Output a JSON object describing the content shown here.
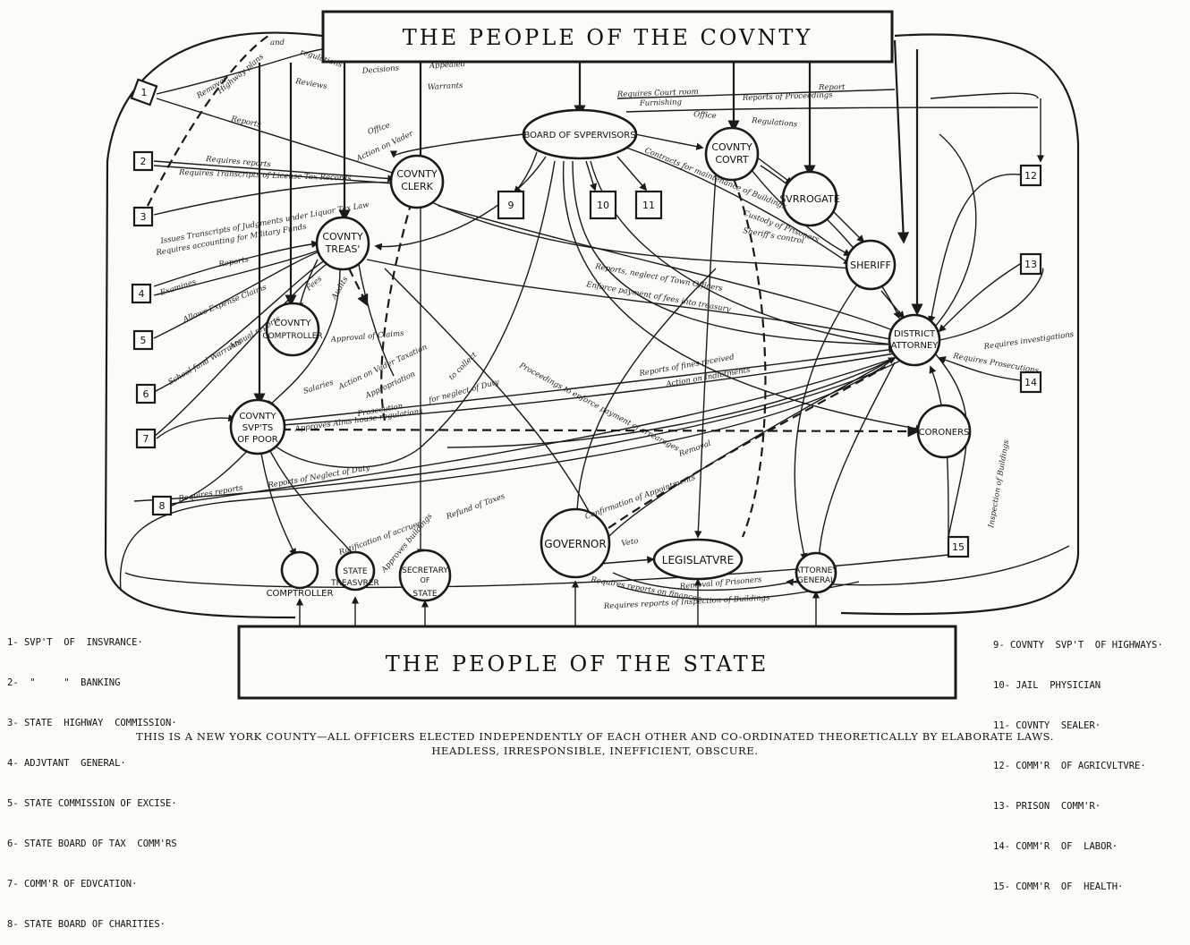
{
  "header": {
    "county_title": "THE PEOPLE OF THE COVNTY",
    "state_title": "THE PEOPLE OF THE STATE"
  },
  "nodes": {
    "board": "BOARD OF SVPERVISORS",
    "clerk": [
      "COVNTY",
      "CLERK"
    ],
    "treas": [
      "COVNTY",
      "TREAS'"
    ],
    "comptroller_county": [
      "COVNTY",
      "COMPTROLLER"
    ],
    "supts_poor": [
      "COVNTY",
      "SVP'TS",
      "OF POOR"
    ],
    "court": [
      "COVNTY",
      "COVRT"
    ],
    "surrogate": "SVRROGATE",
    "sheriff": "SHERIFF",
    "da": [
      "DISTRICT",
      "ATTORNEY"
    ],
    "coroners": "CORONERS",
    "governor": "GOVERNOR",
    "legislature": "LEGISLATVRE",
    "attorney_general": [
      "ATTORNEY",
      "GENERAL"
    ],
    "comptroller_state": "COMPTROLLER",
    "state_treasurer": [
      "STATE",
      "TREASVRER"
    ],
    "secretary_of_state": [
      "SECRETARY",
      "OF",
      "STATE"
    ]
  },
  "numbered_boxes": [
    "1",
    "2",
    "3",
    "4",
    "5",
    "6",
    "7",
    "8",
    "9",
    "10",
    "11",
    "12",
    "13",
    "14",
    "15"
  ],
  "edge_labels": [
    "Removal",
    "Highway plans",
    "and",
    "regulations",
    "Reviews",
    "Decisions",
    "Appealed",
    "Warrants",
    "Reports",
    "Requires reports",
    "Office",
    "Action on Vader",
    "Requires Transcripts of License Tax Records",
    "Issues Transcripts of Judgments under Liquor Tax Law",
    "Requires accounting for Military Funds",
    "Examines",
    "Reports",
    "Allows Expense Claims",
    "School fund Warrants",
    "Annual reports",
    "Fees",
    "Audits",
    "Approval of Claims",
    "Salaries",
    "Action on Vader Taxation",
    "Appropriation",
    "Prosecution",
    "Approves Alms house regulations",
    "for neglect of Duty",
    "to collect",
    "Proceedings to enforce payment of arrearages",
    "Reports, neglect of Town Officers",
    "Enforce payment of fees into treasury",
    "Reports of fines received",
    "Action on Indictments",
    "Requires Court room",
    "Furnishing",
    "Office",
    "Regulations",
    "Reports of Proceedings",
    "Report",
    "Contracts for maintenance of Buildings",
    "Custody of Prisoners",
    "Sheriff's control",
    "Requires investigations",
    "Requires Prosecutions",
    "Reports of Neglect of Duty",
    "Removal",
    "Confirmation of Appointments",
    "Veto",
    "Removal of Prisoners",
    "Requires reports on finances",
    "Requires reports of Inspection of Buildings",
    "Ratification of accrued",
    "Refund of Taxes",
    "Approves buildings",
    "Inspection of Buildings",
    "Requires reports"
  ],
  "legend_left": [
    "1- SVP'T  OF  INSVRANCE·",
    "2-  \"     \"  BANKING",
    "3- STATE  HIGHWAY  COMMISSION·",
    "4- ADJVTANT  GENERAL·",
    "5- STATE COMMISSION OF EXCISE·",
    "6- STATE BOARD OF TAX  COMM'RS",
    "7- COMM'R OF EDVCATION·",
    "8- STATE BOARD OF CHARITIES·"
  ],
  "legend_right": [
    "9- COVNTY  SVP'T  OF HIGHWAYS·",
    "10- JAIL  PHYSICIAN",
    "11- COVNTY  SEALER·",
    "12- COMM'R  OF AGRICVLTVRE·",
    "13- PRISON  COMM'R·",
    "14- COMM'R  OF  LABOR·",
    "15- COMM'R  OF  HEALTH·"
  ],
  "caption": {
    "line1": "THIS IS A NEW YORK COUNTY—ALL OFFICERS ELECTED INDEPENDENTLY OF EACH OTHER AND CO-ORDINATED THEORETICALLY BY ELABORATE LAWS.",
    "line2": "HEADLESS, IRRESPONSIBLE, INEFFICIENT, OBSCURE."
  }
}
